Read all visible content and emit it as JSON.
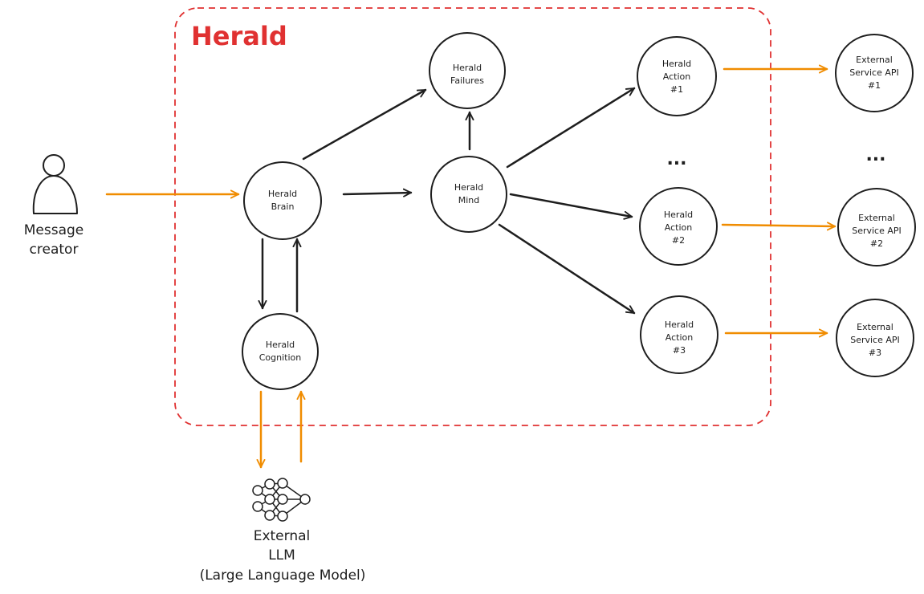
{
  "title": "Herald",
  "nodes": {
    "brain": {
      "lines": [
        "Herald",
        "Brain"
      ]
    },
    "mind": {
      "lines": [
        "Herald",
        "Mind"
      ]
    },
    "failures": {
      "lines": [
        "Herald",
        "Failures"
      ]
    },
    "cognition": {
      "lines": [
        "Herald",
        "Cognition"
      ]
    },
    "action1": {
      "lines": [
        "Herald",
        "Action",
        "#1"
      ]
    },
    "action2": {
      "lines": [
        "Herald",
        "Action",
        "#2"
      ]
    },
    "action3": {
      "lines": [
        "Herald",
        "Action",
        "#3"
      ]
    },
    "api1": {
      "lines": [
        "External",
        "Service API",
        "#1"
      ]
    },
    "api2": {
      "lines": [
        "External",
        "Service API",
        "#2"
      ]
    },
    "api3": {
      "lines": [
        "External",
        "Service API",
        "#3"
      ]
    }
  },
  "ellipsis": "...",
  "actor": {
    "lines": [
      "Message",
      "creator"
    ]
  },
  "llm": {
    "lines": [
      "External",
      "LLM",
      "(Large Language Model)"
    ]
  },
  "colors": {
    "boundary": "#e03131",
    "external_flow": "#f08c00",
    "internal_flow": "#1e1e1e"
  },
  "icons": {
    "actor": "person-icon",
    "llm": "neural-network-icon"
  }
}
